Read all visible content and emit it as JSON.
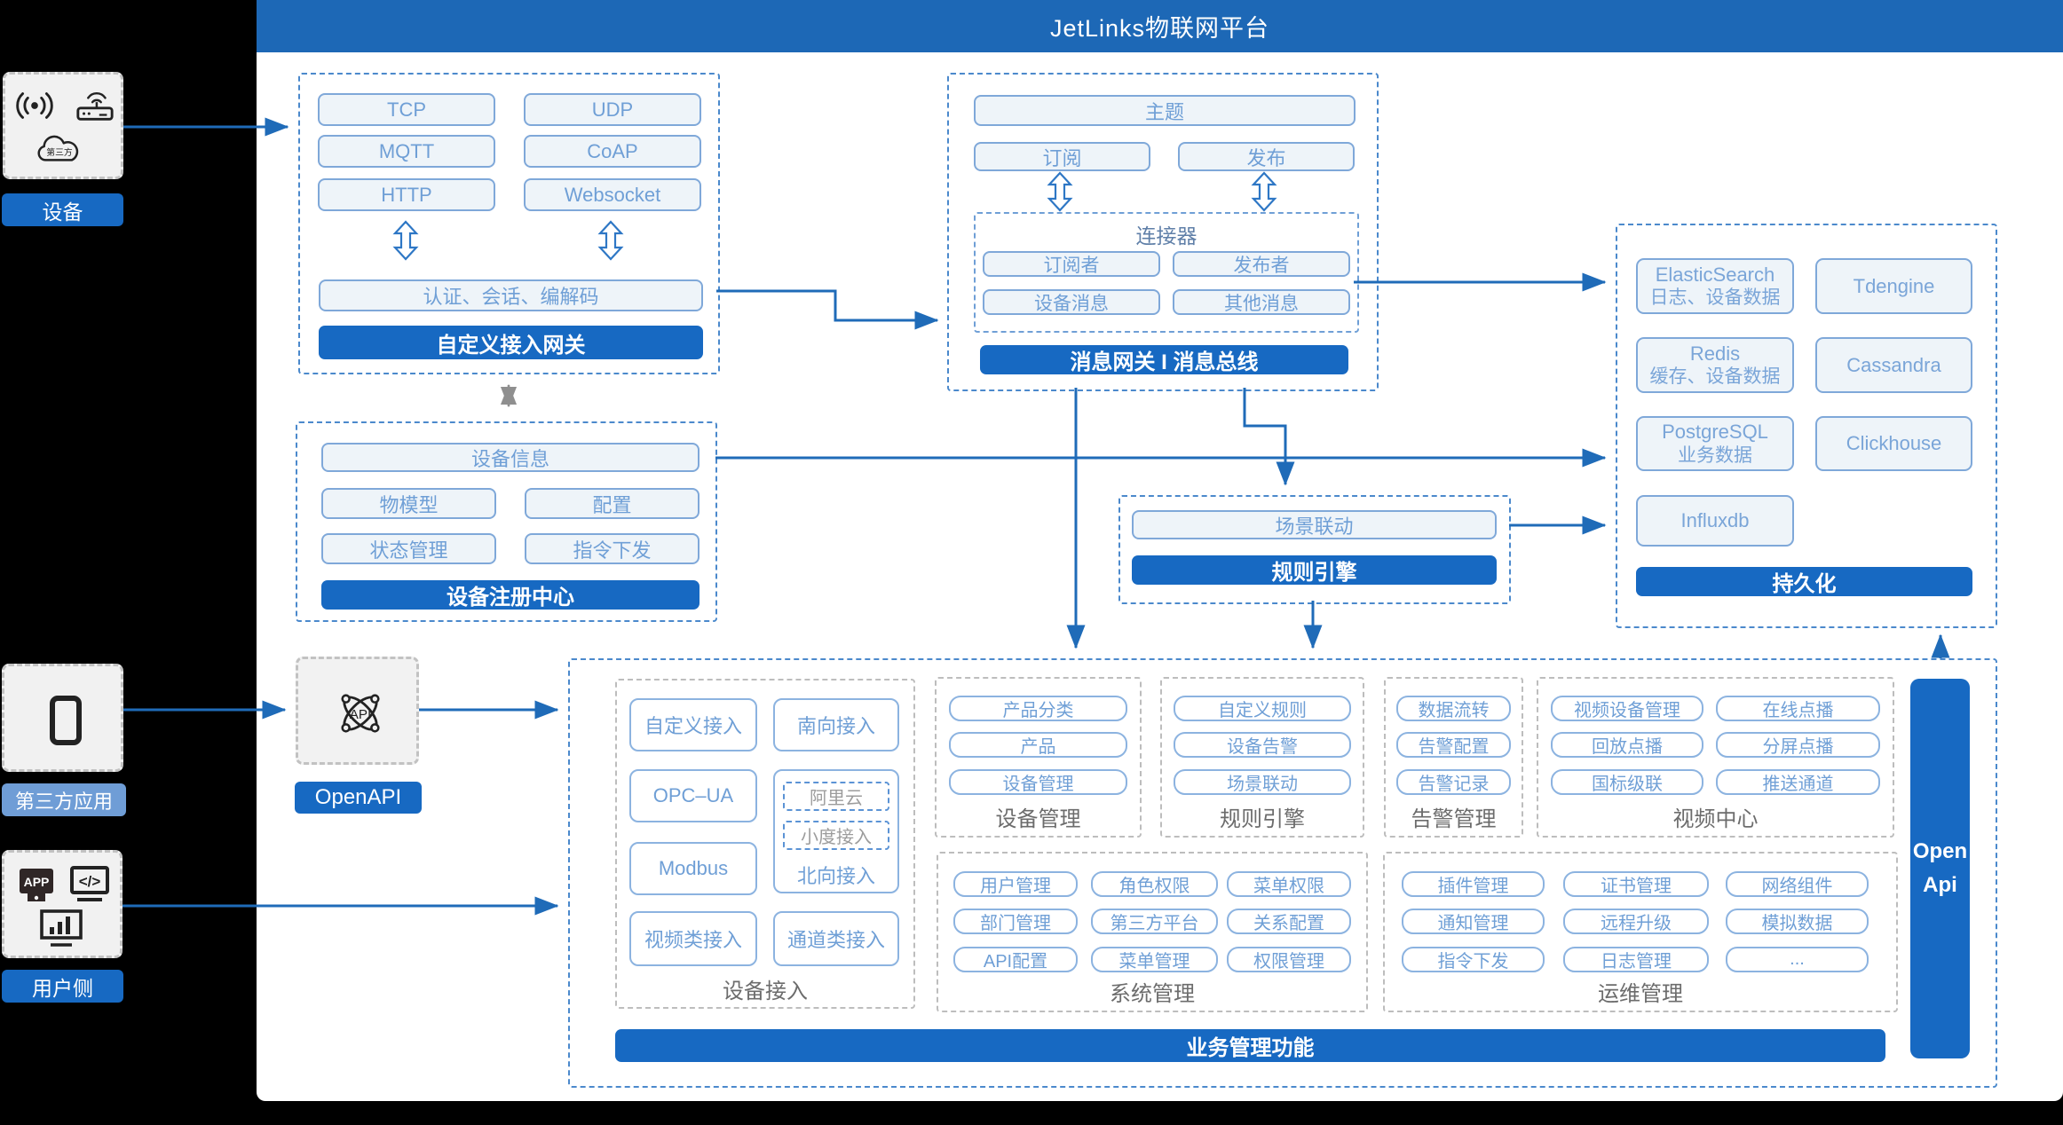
{
  "header": {
    "title": "JetLinks物联网平台"
  },
  "sidebar": {
    "device": {
      "label": "设备",
      "cloud_text": "第三方"
    },
    "thirdparty": {
      "label": "第三方应用"
    },
    "user": {
      "label": "用户侧",
      "app_icon_text": "APP",
      "code_icon_text": "</>"
    }
  },
  "gateway": {
    "protocols": [
      "TCP",
      "UDP",
      "MQTT",
      "CoAP",
      "HTTP",
      "Websocket"
    ],
    "codec": "认证、会话、编解码",
    "title": "自定义接入网关"
  },
  "bus": {
    "topic": "主题",
    "subscribe": "订阅",
    "publish": "发布",
    "connector_title": "连接器",
    "connector_items": [
      "订阅者",
      "发布者",
      "设备消息",
      "其他消息"
    ],
    "title": "消息网关 I 消息总线"
  },
  "registry": {
    "device_info": "设备信息",
    "items": [
      "物模型",
      "配置",
      "状态管理",
      "指令下发"
    ],
    "title": "设备注册中心"
  },
  "rule": {
    "scene": "场景联动",
    "title": "规则引擎"
  },
  "persistence": {
    "elasticsearch_name": "ElasticSearch",
    "elasticsearch_desc": "日志、设备数据",
    "tdengine": "Tdengine",
    "redis_name": "Redis",
    "redis_desc": "缓存、设备数据",
    "cassandra": "Cassandra",
    "postgresql_name": "PostgreSQL",
    "postgresql_desc": "业务数据",
    "clickhouse": "Clickhouse",
    "influxdb": "Influxdb",
    "title": "持久化"
  },
  "openapi": {
    "label": "OpenAPI",
    "icon_text": "API"
  },
  "business": {
    "device_access": {
      "label": "设备接入",
      "items": [
        "自定义接入",
        "南向接入",
        "OPC–UA",
        "Modbus",
        "视频类接入",
        "通道类接入"
      ],
      "north": {
        "aliyun": "阿里云",
        "xiaodu": "小度接入",
        "label": "北向接入"
      }
    },
    "device_mgmt": {
      "label": "设备管理",
      "items": [
        "产品分类",
        "产品",
        "设备管理"
      ]
    },
    "rule_engine": {
      "label": "规则引擎",
      "items": [
        "自定义规则",
        "设备告警",
        "场景联动"
      ]
    },
    "alarm": {
      "label": "告警管理",
      "items": [
        "数据流转",
        "告警配置",
        "告警记录"
      ]
    },
    "video": {
      "label": "视频中心",
      "items": [
        "视频设备管理",
        "在线点播",
        "回放点播",
        "分屏点播",
        "国标级联",
        "推送通道"
      ]
    },
    "system": {
      "label": "系统管理",
      "items": [
        "用户管理",
        "角色权限",
        "菜单权限",
        "部门管理",
        "第三方平台",
        "关系配置",
        "API配置",
        "菜单管理",
        "权限管理"
      ]
    },
    "ops": {
      "label": "运维管理",
      "items": [
        "插件管理",
        "证书管理",
        "网络组件",
        "通知管理",
        "远程升级",
        "模拟数据",
        "指令下发",
        "日志管理",
        "..."
      ]
    },
    "footer": "业务管理功能",
    "openapi_bar": {
      "line1": "Open",
      "line2": "Api"
    }
  },
  "colors": {
    "header": "#1d68b6",
    "accent": "#1769c2",
    "light_fill": "#eef4f9",
    "light_border": "#7fa8d9",
    "line": "#1f6bb8"
  }
}
